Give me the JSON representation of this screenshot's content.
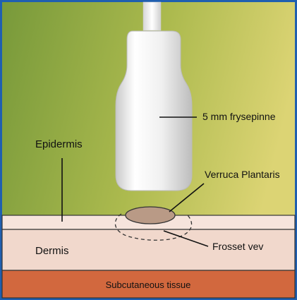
{
  "labels": {
    "probe": "5 mm frysepinne",
    "epidermis": "Epidermis",
    "verruca": "Verruca Plantaris",
    "frozen": "Frosset vev",
    "dermis": "Dermis",
    "subcutaneous": "Subcutaneous tissue"
  },
  "colors": {
    "frame": "#1f5fb0",
    "background_left": "#7a9a3c",
    "background_right": "#d8d06c",
    "epidermis": "#f6e4dc",
    "dermis": "#f1d8cc",
    "subcutaneous": "#d2683e",
    "wart": "#b99a86",
    "probe": "#f2f2f2"
  }
}
